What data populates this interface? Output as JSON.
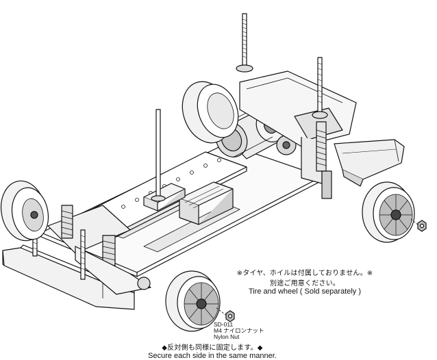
{
  "notes": {
    "tire_jp_1": "※タイヤ、ホイルは付属しておりません。※",
    "tire_jp_2": "別途ご用意ください。",
    "tire_en": "Tire and wheel ( Sold separately )",
    "secure_jp": "◆反対側も同様に固定します。◆",
    "secure_en": "Secure each side in the same manner."
  },
  "part": {
    "code": "SD-011",
    "name_jp": "M4 ナイロンナット",
    "name_en": "Nylon Nut"
  }
}
